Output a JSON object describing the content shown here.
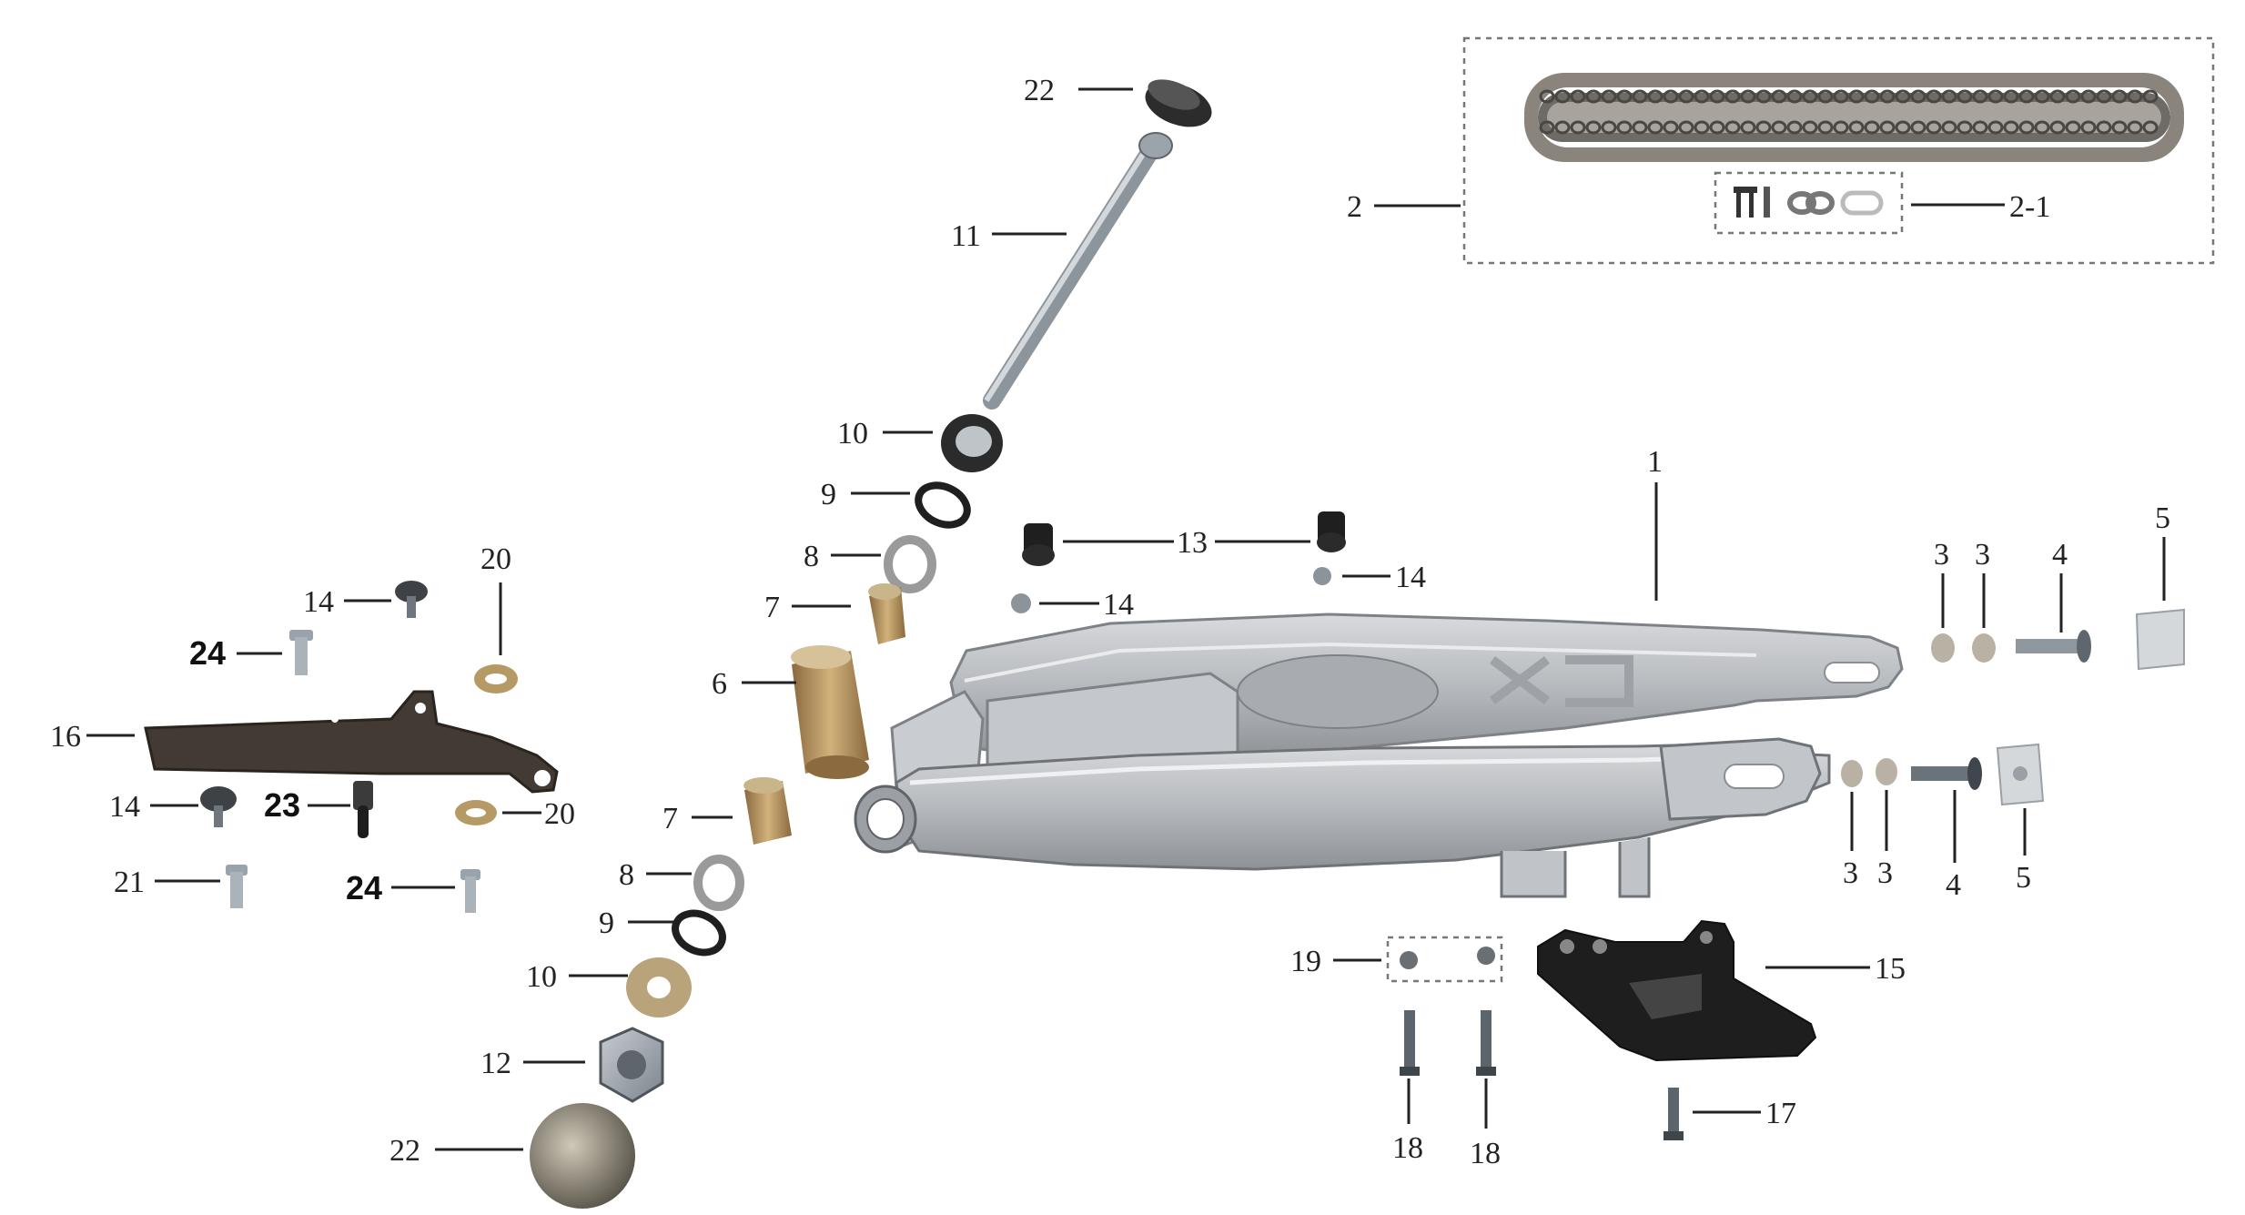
{
  "labels": {
    "p1": "1",
    "p2": "2",
    "p2_1": "2-1",
    "p3": "3",
    "p4": "4",
    "p5": "5",
    "p6": "6",
    "p7": "7",
    "p8": "8",
    "p9": "9",
    "p10": "10",
    "p11": "11",
    "p12": "12",
    "p13": "13",
    "p14": "14",
    "p15": "15",
    "p16": "16",
    "p17": "17",
    "p18": "18",
    "p19": "19",
    "p20": "20",
    "p21": "21",
    "p22": "22",
    "p23": "23",
    "p24": "24"
  },
  "colors": {
    "aluminum": "#b9bcc0",
    "aluminum_dark": "#8b8f94",
    "steel": "#9aa3ab",
    "black_part": "#2a2a2a",
    "bronze": "#b8965c",
    "chain": "#6e6a66"
  }
}
